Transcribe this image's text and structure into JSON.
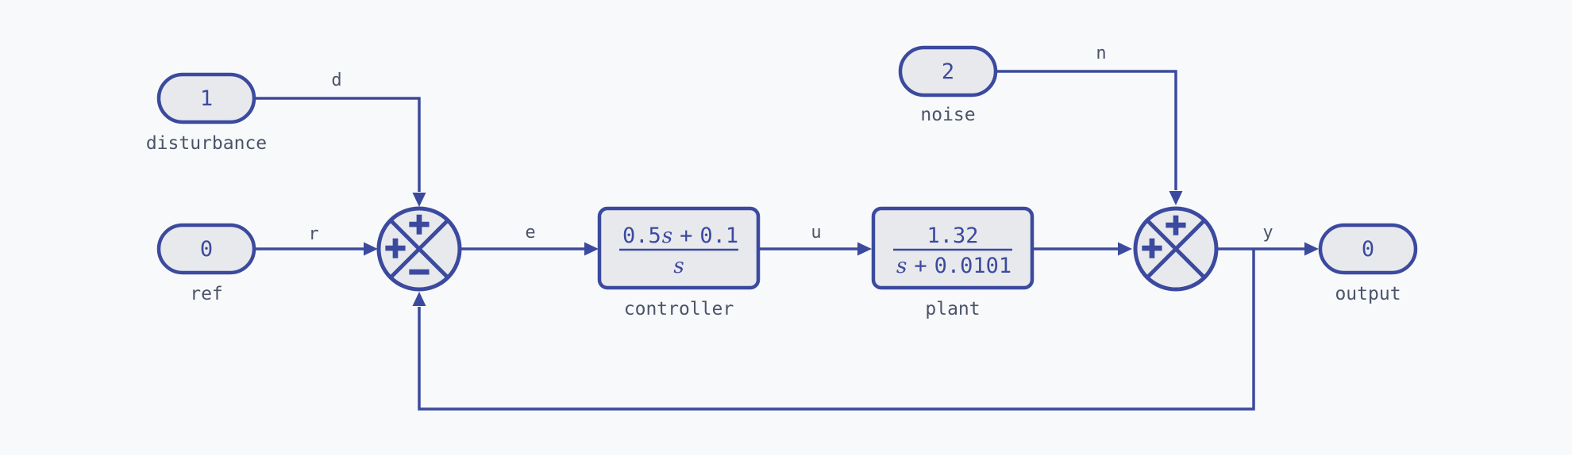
{
  "diagram": {
    "accent_color": "#3b4a9e",
    "node_fill_color": "#e8e9ed",
    "background_color": "#f8f9fb",
    "label_color": "#4b5468"
  },
  "sources": {
    "disturbance": {
      "value": "1",
      "label": "disturbance",
      "signal": "d"
    },
    "ref": {
      "value": "0",
      "label": "ref",
      "signal": "r"
    },
    "noise": {
      "value": "2",
      "label": "noise",
      "signal": "n"
    }
  },
  "blocks": {
    "controller": {
      "label": "controller",
      "tf_num": [
        "0.5",
        "s",
        "+",
        "0.1"
      ],
      "tf_den": [
        "s"
      ]
    },
    "plant": {
      "label": "plant",
      "tf_num": [
        "1.32"
      ],
      "tf_den": [
        "s",
        "+",
        "0.0101"
      ]
    }
  },
  "sums": {
    "sum1": {
      "top_sign": "+",
      "left_sign": "+",
      "bottom_sign": "−"
    },
    "sum2": {
      "top_sign": "+",
      "left_sign": "+"
    }
  },
  "signals": {
    "e": "e",
    "u": "u",
    "y": "y"
  },
  "output": {
    "value": "0",
    "label": "output"
  }
}
